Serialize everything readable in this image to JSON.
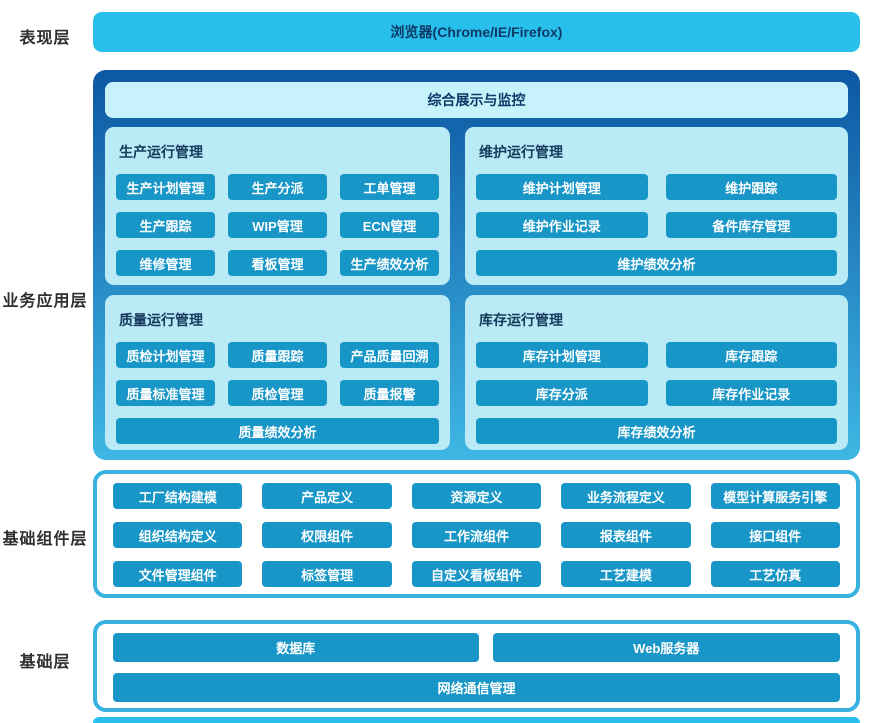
{
  "layers": {
    "presentation": {
      "label": "表现层",
      "browser_bar": "浏览器(Chrome/IE/Firefox)"
    },
    "business": {
      "label": "业务应用层",
      "monitor_bar": "综合展示与监控",
      "panels": [
        {
          "title": "生产运行管理",
          "buttons": [
            "生产计划管理",
            "生产分派",
            "工单管理",
            "生产跟踪",
            "WIP管理",
            "ECN管理",
            "维修管理",
            "看板管理",
            "生产绩效分析"
          ]
        },
        {
          "title": "维护运行管理",
          "buttons": [
            "维护计划管理",
            "维护跟踪",
            "维护作业记录",
            "备件库存管理",
            "维护绩效分析"
          ]
        },
        {
          "title": "质量运行管理",
          "buttons": [
            "质检计划管理",
            "质量跟踪",
            "产品质量回溯",
            "质量标准管理",
            "质检管理",
            "质量报警",
            "质量绩效分析"
          ]
        },
        {
          "title": "库存运行管理",
          "buttons": [
            "库存计划管理",
            "库存跟踪",
            "库存分派",
            "库存作业记录",
            "库存绩效分析"
          ]
        }
      ]
    },
    "components": {
      "label": "基础组件层",
      "buttons": [
        "工厂结构建模",
        "产品定义",
        "资源定义",
        "业务流程定义",
        "模型计算服务引擎",
        "组织结构定义",
        "权限组件",
        "工作流组件",
        "报表组件",
        "接口组件",
        "文件管理组件",
        "标签管理",
        "自定义看板组件",
        "工艺建模",
        "工艺仿真"
      ]
    },
    "base": {
      "label": "基础层",
      "buttons": [
        "数据库",
        "Web服务器",
        "网络通信管理"
      ]
    }
  },
  "colors": {
    "top_bar": "#29bfec",
    "business_gradient_top": "#0d57a2",
    "business_gradient_bottom": "#3eb7e4",
    "panel_bg": "#b9eaf6",
    "monitor_bg": "#c7f1fb",
    "module_button": "#1796c7",
    "container_border": "#38b2e0",
    "dark_text": "#0d3a66"
  }
}
